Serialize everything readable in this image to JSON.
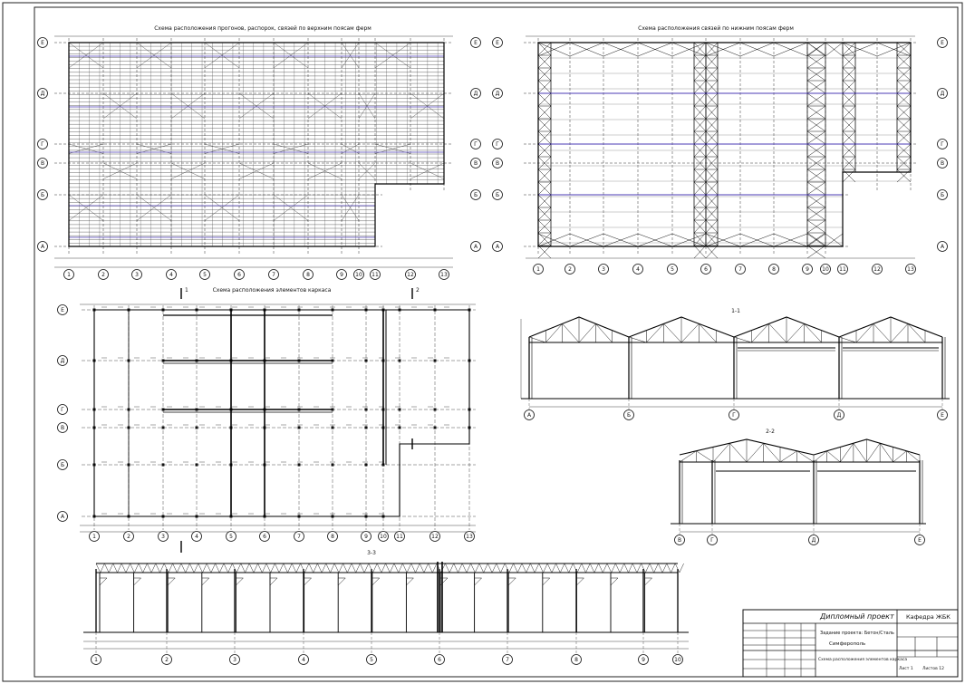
{
  "titles": {
    "plan1": "Схема расположения прогонов, распорок, связей по верхним поясам ферм",
    "plan2": "Схема расположения связей по нижним поясам ферм",
    "plan3": "Схема расположения элементов каркаса",
    "sec1": "1-1",
    "sec2": "2-2",
    "sec3": "3-3"
  },
  "axes": {
    "rows": [
      "Е",
      "Д",
      "Г",
      "В",
      "Б",
      "А"
    ],
    "cols": [
      "1",
      "2",
      "3",
      "4",
      "5",
      "6",
      "7",
      "8",
      "9",
      "10",
      "11",
      "12",
      "13"
    ],
    "cols_sec3": [
      "1",
      "2",
      "3",
      "4",
      "5",
      "6",
      "7",
      "8",
      "9",
      "10"
    ],
    "sec1_axes": [
      "А",
      "Б",
      "Г",
      "Д",
      "Е"
    ],
    "sec2_axes": [
      "В",
      "Г",
      "Д",
      "Е"
    ]
  },
  "cuts": {
    "c1": "1",
    "c2": "2"
  },
  "stamp": {
    "main_title": "Дипломный проект",
    "dept": "Кафедра ЖБК",
    "project": "Задание проекта: Бетон/Сталь",
    "city": "Симферополь",
    "sheet_label": "Лист 1",
    "sheets_label": "Листов 12",
    "sheet_name": "Схема расположения элементов каркаса"
  }
}
